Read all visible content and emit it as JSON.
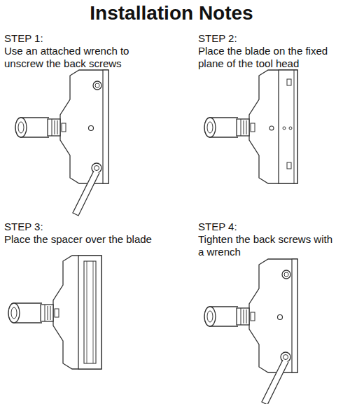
{
  "diagram": {
    "title": "Installation Notes",
    "labels": [
      "STEP 1:",
      "Use an attached wrench to unscrew the back screws",
      "STEP 2:",
      "Place the blade on the fixed plane of the tool head",
      "STEP 3:",
      "Place the spacer over the blade",
      "STEP 4:",
      "Tighten the back screws with a wrench"
    ]
  }
}
